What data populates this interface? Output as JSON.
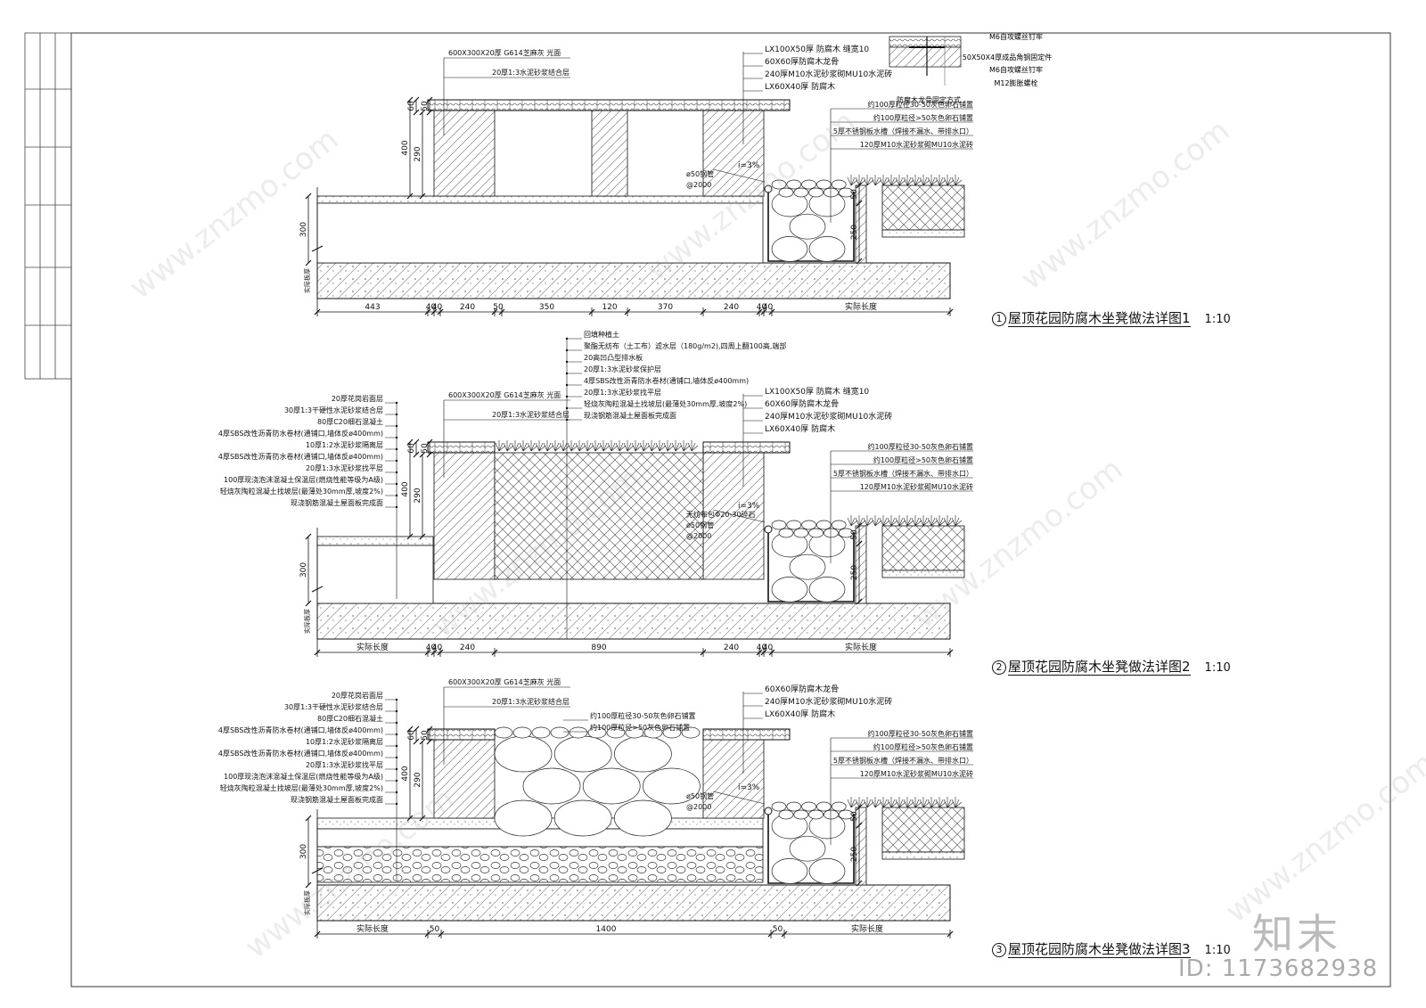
{
  "details": [
    {
      "title_num": "1",
      "title": "屋顶花园防腐木坐凳做法详图1",
      "scale": "1:10",
      "top_labels": [
        "LX100X50厚 防腐木 缝宽10",
        "60X60厚防腐木龙骨",
        "240厚M10水泥砂浆砌MU10水泥砖",
        "LX60X40厚 防腐木"
      ],
      "left_top_labels": [
        "600X300X20厚 G614芝麻灰 光面",
        "20厚1:3水泥砂浆结合层"
      ],
      "right_labels": [
        "约100厚粒径30-50灰色卵石铺置",
        "约100厚粒径>50灰色卵石铺置",
        "5厚不锈钢板水槽（焊接不漏水、带排水口）",
        "120厚M10水泥砂浆砌MU10水泥砖"
      ],
      "pipe_labels": [
        "ø50钢管",
        "@2000"
      ],
      "slope": "i=3%",
      "vdims": [
        "60",
        "50",
        "400",
        "290",
        "300",
        "50",
        "250"
      ],
      "actual_height": "实际板厚",
      "dims": [
        "443",
        "40",
        "40",
        "240",
        "50",
        "350",
        "120",
        "370",
        "240",
        "40",
        "40",
        "实际长度"
      ]
    },
    {
      "title_num": "2",
      "title": "屋顶花园防腐木坐凳做法详图2",
      "scale": "1:10",
      "soil_labels": [
        "回填种植土",
        "聚酯无纺布（土工布）滤水层（180g/m2),四周上翻100高,端部",
        "20高凹凸型排水板",
        "20厚1:3水泥砂浆保护层",
        "4厚SBS改性沥青防水卷材(通铺口,墙体反ø400mm)",
        "20厚1:3水泥砂浆找平层",
        "轻烧灰陶粒混凝土找坡层(最薄处30mm厚,坡度2%)",
        "现浇钢筋混凝土屋面板完成面"
      ],
      "top_labels": [
        "LX100X50厚 防腐木 缝宽10",
        "60X60厚防腐木龙骨",
        "240厚M10水泥砂浆砌MU10水泥砖",
        "LX60X40厚 防腐木"
      ],
      "left_top_labels": [
        "600X300X20厚 G614芝麻灰 光面",
        "20厚1:3水泥砂浆结合层"
      ],
      "left_labels": [
        "20厚花岗岩面层",
        "30厚1:3干硬性水泥砂浆结合层",
        "80厚C20细石混凝土",
        "4厚SBS改性沥青防水卷材(通铺口,墙体反ø400mm)",
        "10厚1:2水泥砂浆隔离层",
        "4厚SBS改性沥青防水卷材(通铺口,墙体反ø400mm)",
        "20厚1:3水泥砂浆找平层",
        "100厚现浇泡沫混凝土保温层(燃烧性能等级为A级)",
        "轻烧灰陶粒混凝土找坡层(最薄处30mm厚,坡度2%)",
        "现浇钢筋混凝土屋面板完成面"
      ],
      "right_labels": [
        "约100厚粒径30-50灰色卵石铺置",
        "约100厚粒径>50灰色卵石铺置",
        "5厚不锈钢板水槽（焊接不漏水、带排水口）",
        "120厚M10水泥砂浆砌MU10水泥砖"
      ],
      "pipe_labels": [
        "无纺布包Φ20-30碎石",
        "ø50钢管",
        "@2000"
      ],
      "slope": "i=3%",
      "vdims": [
        "60",
        "50",
        "400",
        "290",
        "300",
        "50",
        "250"
      ],
      "actual_height": "实际板厚",
      "dims": [
        "实际长度",
        "40",
        "40",
        "240",
        "890",
        "240",
        "40",
        "40",
        "实际长度"
      ]
    },
    {
      "title_num": "3",
      "title": "屋顶花园防腐木坐凳做法详图3",
      "scale": "1:10",
      "top_labels": [
        "60X60厚防腐木龙骨",
        "240厚M10水泥砂浆砌MU10水泥砖",
        "LX60X40厚 防腐木"
      ],
      "left_top_labels": [
        "600X300X20厚 G614芝麻灰 光面",
        "20厚1:3水泥砂浆结合层"
      ],
      "pebble_labels": [
        "约100厚粒径30-50灰色卵石铺置",
        "约100厚粒径>50灰色卵石铺置"
      ],
      "left_labels": [
        "20厚花岗岩面层",
        "30厚1:3干硬性水泥砂浆结合层",
        "80厚C20细石混凝土",
        "4厚SBS改性沥青防水卷材(通铺口,墙体反ø400mm)",
        "10厚1:2水泥砂浆隔离层",
        "4厚SBS改性沥青防水卷材(通铺口,墙体反ø400mm)",
        "20厚1:3水泥砂浆找平层",
        "100厚现浇泡沫混凝土保温层(燃烧性能等级为A级)",
        "轻烧灰陶粒混凝土找坡层(最薄处30mm厚,坡度2%)",
        "现浇钢筋混凝土屋面板完成面"
      ],
      "right_labels": [
        "约100厚粒径30-50灰色卵石铺置",
        "约100厚粒径>50灰色卵石铺置",
        "5厚不锈钢板水槽（焊接不漏水、带排水口）",
        "120厚M10水泥砂浆砌MU10水泥砖"
      ],
      "pipe_labels": [
        "ø50钢管",
        "@2000"
      ],
      "slope": "i=3%",
      "vdims": [
        "60",
        "50",
        "400",
        "290",
        "300",
        "50",
        "250"
      ],
      "actual_height": "实际板厚",
      "dims": [
        "实际长度",
        "50",
        "1400",
        "50",
        "实际长度"
      ]
    }
  ],
  "fixing": {
    "title": "防腐木龙骨固定方式",
    "labels": [
      "M6自攻螺丝钉牢",
      "50X50X4厚成品角钢固定件",
      "M6自攻螺丝钉牢",
      "M12膨胀螺栓"
    ]
  },
  "branding": {
    "brand": "知末",
    "id_text": "ID: 1173682938",
    "watermark": "www.znzmo.com"
  }
}
